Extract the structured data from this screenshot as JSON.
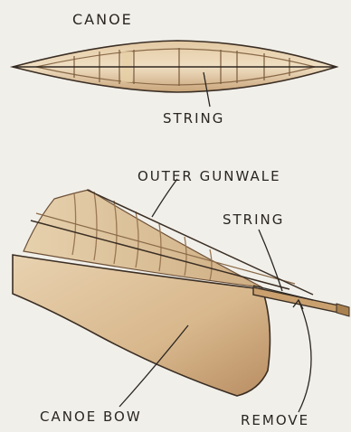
{
  "labels": {
    "title": "CANOE",
    "string_top": "STRING",
    "outer_gunwale": "OUTER GUNWALE",
    "string_bottom": "STRING",
    "canoe_bow": "CANOE BOW",
    "remove": "REMOVE"
  },
  "colors": {
    "background": "#f1efe9",
    "hull_light": "#e9d7ba",
    "hull_mid": "#d8b991",
    "hull_dark": "#b98d63",
    "wood": "#c9a06e",
    "ink": "#2a2622"
  }
}
